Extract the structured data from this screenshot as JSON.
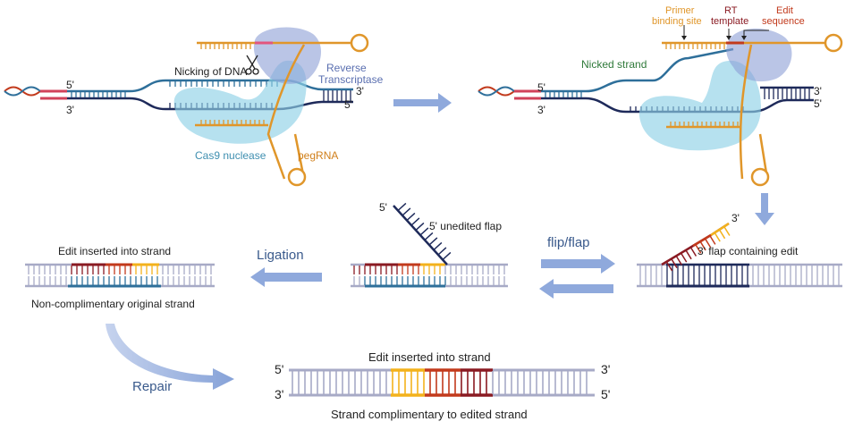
{
  "colors": {
    "navy": "#1e2a5a",
    "teal": "#2e6f9a",
    "orange": "#e0962a",
    "yellow": "#f3b21c",
    "red": "#c23a1c",
    "darkred": "#8a1a22",
    "crimson": "#d1425a",
    "pink": "#e3557d",
    "grey": "#a7aac6",
    "cas9": "#8fd1e6",
    "rt": "#8c9ed6",
    "arrow": "#8fa9dc"
  },
  "panel1": {
    "nicking_label": "Nicking of DNA",
    "rt_label_1": "Reverse",
    "rt_label_2": "Transcriptase",
    "cas9_label": "Cas9 nuclease",
    "pegrna_label": "pegRNA",
    "end_5_left": "5'",
    "end_3_left": "3'",
    "end_3_right": "3'",
    "end_5_right": "5'"
  },
  "panel2": {
    "nicked_label": "Nicked strand",
    "primer_label_1": "Primer",
    "primer_label_2": "binding site",
    "rt_template_1": "RT",
    "rt_template_2": "template",
    "edit_seq_1": "Edit",
    "edit_seq_2": "sequence",
    "end_5_left": "5'",
    "end_3_left": "3'",
    "end_3_right": "3'",
    "end_5_right": "5'"
  },
  "panel3": {
    "flap_label": "3' flap containing edit",
    "end_3": "3'"
  },
  "panel4": {
    "flip_label": "flip/flap",
    "unedited_label": "5' unedited flap",
    "end_5": "5'"
  },
  "panel5": {
    "ligation_label": "Ligation",
    "top_label": "Edit inserted into strand",
    "bottom_label": "Non-complimentary original strand"
  },
  "panel6": {
    "repair_label": "Repair",
    "top_label": "Edit inserted into strand",
    "bottom_label": "Strand complimentary to edited strand",
    "end_5_left": "5'",
    "end_3_left": "3'",
    "end_3_right": "3'",
    "end_5_right": "5'"
  }
}
